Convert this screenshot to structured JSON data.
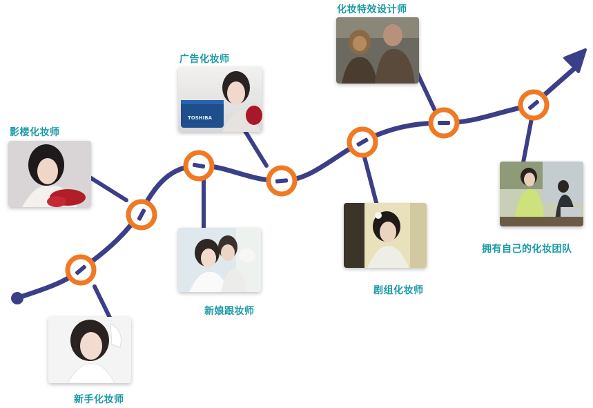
{
  "career_path": {
    "stages": [
      {
        "id": "newbie",
        "label": "新手化妆师"
      },
      {
        "id": "film",
        "label": "影楼化妆师"
      },
      {
        "id": "bridal",
        "label": "新娘跟妆师"
      },
      {
        "id": "advert",
        "label": "广告化妆师"
      },
      {
        "id": "crew",
        "label": "剧组化妆师"
      },
      {
        "id": "sfx",
        "label": "化妆特效设计师"
      },
      {
        "id": "team",
        "label": "拥有自己的化妆团队"
      }
    ],
    "photo_text": {
      "laptop_brand": "TOSHIBA"
    }
  },
  "colors": {
    "path": "#3b3f87",
    "node_ring": "#f07a23",
    "label_text": "#1a9aa6"
  }
}
